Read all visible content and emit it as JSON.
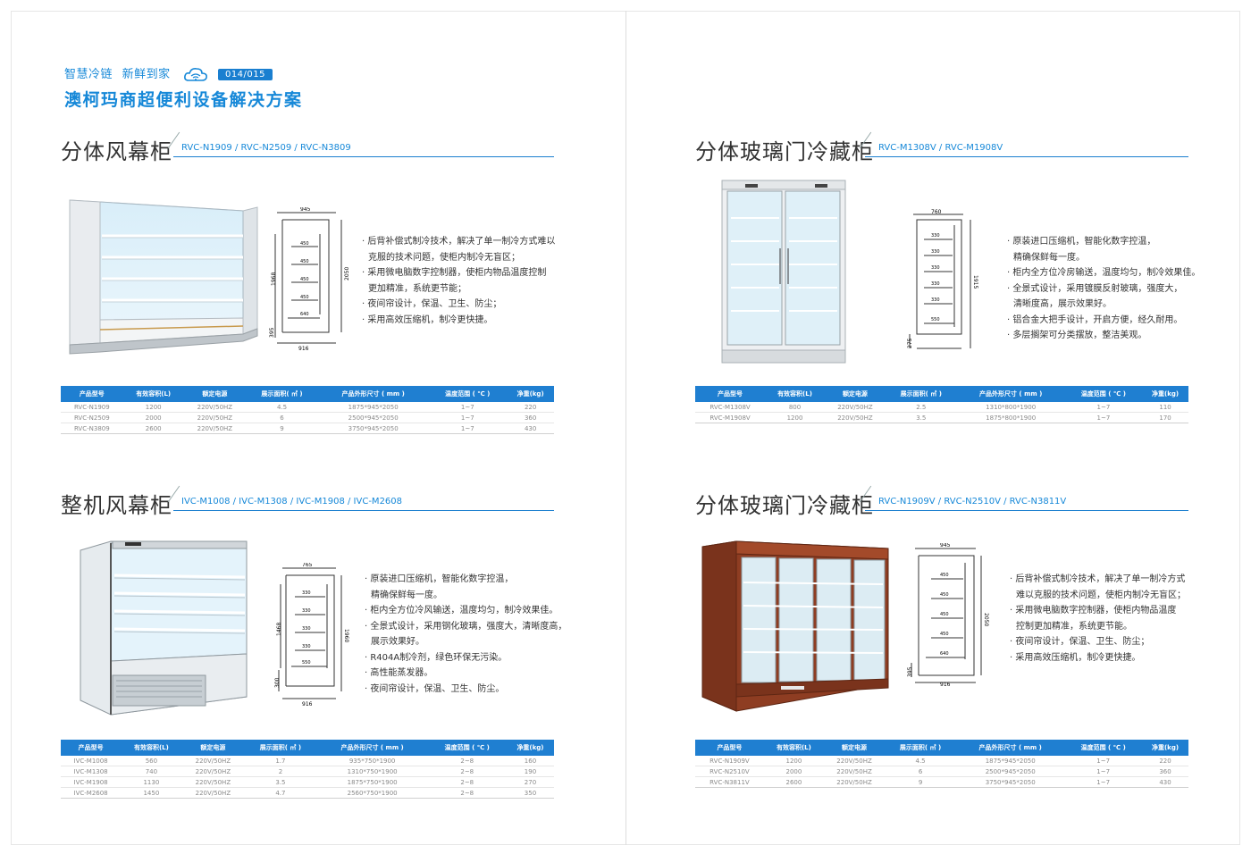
{
  "header": {
    "tagline_1": "智慧冷链",
    "tagline_2": "新鲜到家",
    "page_numbers": "014/015",
    "title": "澳柯玛商超便利设备解决方案"
  },
  "table_headers": [
    "产品型号",
    "有效容积(L)",
    "额定电源",
    "展示面积( ㎡ )",
    "产品外形尺寸 ( mm )",
    "温度范围 ( ℃ )",
    "净重(kg)"
  ],
  "sections": [
    {
      "title": "分体风幕柜",
      "models": "RVC-N1909 / RVC-N2509 / RVC-N3809",
      "diagram": {
        "width_top": "945",
        "width_bottom": "916",
        "height_total": "2050",
        "height_inner": "1968",
        "base": "395",
        "shelves": [
          "450",
          "450",
          "450",
          "450"
        ],
        "depth": "640"
      },
      "features": [
        {
          "text": "· 后背补偿式制冷技术，解决了单一制冷方式难以",
          "cont": false
        },
        {
          "text": "克服的技术问题，使柜内制冷无盲区；",
          "cont": true
        },
        {
          "text": "· 采用微电脑数字控制器，使柜内物品温度控制",
          "cont": false
        },
        {
          "text": "更加精准，系统更节能；",
          "cont": true
        },
        {
          "text": "· 夜间帘设计，保温、卫生、防尘；",
          "cont": false
        },
        {
          "text": "· 采用高效压缩机，制冷更快捷。",
          "cont": false
        }
      ],
      "rows": [
        [
          "RVC-N1909",
          "1200",
          "220V/50HZ",
          "4.5",
          "1875*945*2050",
          "1~7",
          "220"
        ],
        [
          "RVC-N2509",
          "2000",
          "220V/50HZ",
          "6",
          "2500*945*2050",
          "1~7",
          "360"
        ],
        [
          "RVC-N3809",
          "2600",
          "220V/50HZ",
          "9",
          "3750*945*2050",
          "1~7",
          "430"
        ]
      ]
    },
    {
      "title": "分体玻璃门冷藏柜",
      "models": "RVC-M1308V / RVC-M1908V",
      "diagram": {
        "width_top": "760",
        "height_total": "1915",
        "base": "275",
        "shelves": [
          "330",
          "330",
          "330",
          "330",
          "330"
        ],
        "depth": "550"
      },
      "features": [
        {
          "text": "· 原装进口压缩机，智能化数字控温，",
          "cont": false
        },
        {
          "text": "精确保鲜每一度。",
          "cont": true
        },
        {
          "text": "· 柜内全方位冷房输送，温度均匀，制冷效果佳。",
          "cont": false
        },
        {
          "text": "· 全景式设计，采用镀膜反射玻璃，强度大，",
          "cont": false
        },
        {
          "text": "清晰度高，展示效果好。",
          "cont": true
        },
        {
          "text": "· 铝合金大把手设计，开启方便，经久耐用。",
          "cont": false
        },
        {
          "text": "· 多层搁架可分类摆放，整洁美观。",
          "cont": false
        }
      ],
      "rows": [
        [
          "RVC-M1308V",
          "800",
          "220V/50HZ",
          "2.5",
          "1310*800*1900",
          "1~7",
          "110"
        ],
        [
          "RVC-M1908V",
          "1200",
          "220V/50HZ",
          "3.5",
          "1875*800*1900",
          "1~7",
          "170"
        ]
      ]
    },
    {
      "title": "整机风幕柜",
      "models": "IVC-M1008 / IVC-M1308 / IVC-M1908 / IVC-M2608",
      "diagram": {
        "width_top": "765",
        "width_bottom": "916",
        "height_total": "1960",
        "height_inner": "1468",
        "base": "300",
        "shelves": [
          "330",
          "330",
          "330",
          "330"
        ],
        "depth": "550"
      },
      "features": [
        {
          "text": "· 原装进口压缩机，智能化数字控温，",
          "cont": false
        },
        {
          "text": "精确保鲜每一度。",
          "cont": true
        },
        {
          "text": "· 柜内全方位冷风输送，温度均匀，制冷效果佳。",
          "cont": false
        },
        {
          "text": "· 全景式设计，采用钢化玻璃，强度大，清晰度高，",
          "cont": false
        },
        {
          "text": "展示效果好。",
          "cont": true
        },
        {
          "text": "· R404A制冷剂，绿色环保无污染。",
          "cont": false
        },
        {
          "text": "· 高性能蒸发器。",
          "cont": false
        },
        {
          "text": "· 夜间帘设计，保温、卫生、防尘。",
          "cont": false
        }
      ],
      "rows": [
        [
          "IVC-M1008",
          "560",
          "220V/50HZ",
          "1.7",
          "935*750*1900",
          "2~8",
          "160"
        ],
        [
          "IVC-M1308",
          "740",
          "220V/50HZ",
          "2",
          "1310*750*1900",
          "2~8",
          "190"
        ],
        [
          "IVC-M1908",
          "1130",
          "220V/50HZ",
          "3.5",
          "1875*750*1900",
          "2~8",
          "270"
        ],
        [
          "IVC-M2608",
          "1450",
          "220V/50HZ",
          "4.7",
          "2560*750*1900",
          "2~8",
          "350"
        ]
      ]
    },
    {
      "title": "分体玻璃门冷藏柜",
      "models": "RVC-N1909V / RVC-N2510V / RVC-N3811V",
      "diagram": {
        "width_top": "945",
        "width_bottom": "916",
        "height_total": "2050",
        "base": "395",
        "shelves": [
          "450",
          "450",
          "450",
          "450"
        ],
        "depth": "640"
      },
      "features": [
        {
          "text": "· 后背补偿式制冷技术，解决了单一制冷方式",
          "cont": false
        },
        {
          "text": "难以克服的技术问题，使柜内制冷无盲区；",
          "cont": true
        },
        {
          "text": "· 采用微电脑数字控制器，使柜内物品温度",
          "cont": false
        },
        {
          "text": "控制更加精准，系统更节能。",
          "cont": true
        },
        {
          "text": "· 夜间帘设计，保温、卫生、防尘；",
          "cont": false
        },
        {
          "text": "· 采用高效压缩机，制冷更快捷。",
          "cont": false
        }
      ],
      "rows": [
        [
          "RVC-N1909V",
          "1200",
          "220V/50HZ",
          "4.5",
          "1875*945*2050",
          "1~7",
          "220"
        ],
        [
          "RVC-N2510V",
          "2000",
          "220V/50HZ",
          "6",
          "2500*945*2050",
          "1~7",
          "360"
        ],
        [
          "RVC-N3811V",
          "2600",
          "220V/50HZ",
          "9",
          "3750*945*2050",
          "1~7",
          "430"
        ]
      ]
    }
  ]
}
